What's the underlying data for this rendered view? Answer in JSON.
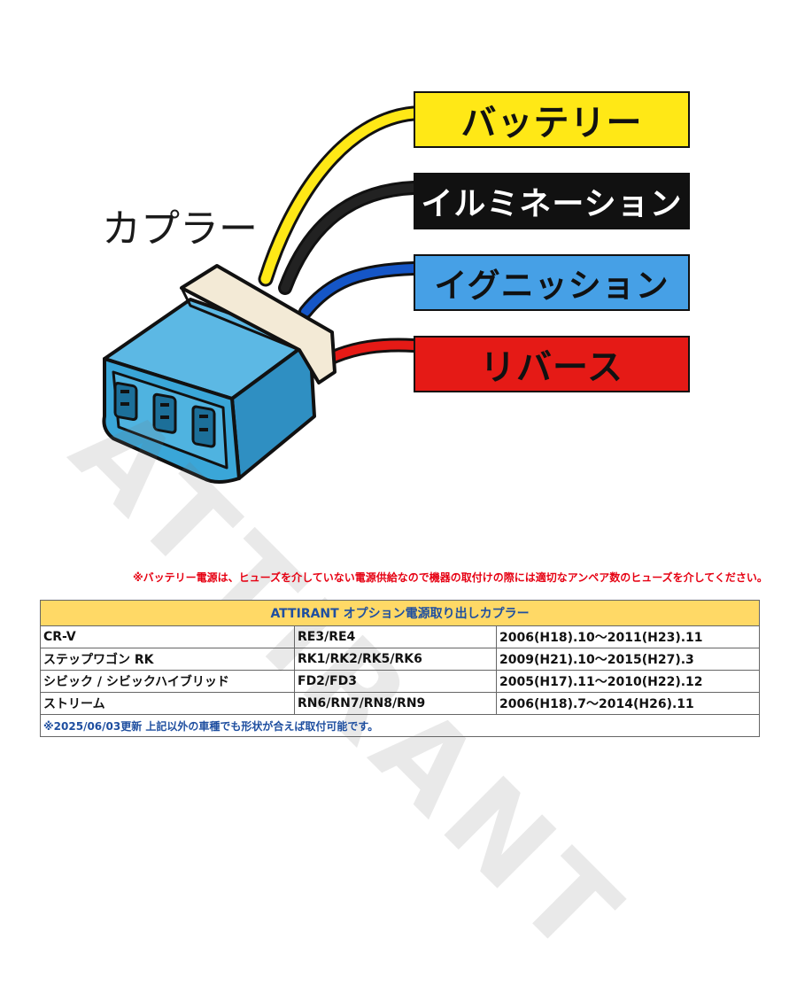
{
  "diagram": {
    "coupler_label": "カプラー",
    "watermark": "ATTIRANT",
    "wires": [
      {
        "label": "バッテリー",
        "wire_color": "#ffe816",
        "box_color": "#ffe816",
        "text_color": "#111111"
      },
      {
        "label": "イルミネーション",
        "wire_color": "#111111",
        "box_color": "#111111",
        "text_color": "#ffffff"
      },
      {
        "label": "イグニッション",
        "wire_color": "#1556c7",
        "box_color": "#46a0e6",
        "text_color": "#111111"
      },
      {
        "label": "リバース",
        "wire_color": "#e51a16",
        "box_color": "#e51a16",
        "text_color": "#111111"
      }
    ],
    "connector_color": "#3aa6d8",
    "clamp_color": "#f3ead6"
  },
  "warning_note": "※バッテリー電源は、ヒューズを介していない電源供給なので機器の取付けの際には適切なアンペア数のヒューズを介してください。",
  "table": {
    "title": "ATTIRANT オプション電源取り出しカプラー",
    "rows": [
      {
        "model": "CR-V",
        "codes": "RE3/RE4",
        "years": "2006(H18).10〜2011(H23).11"
      },
      {
        "model": "ステップワゴン RK",
        "codes": "RK1/RK2/RK5/RK6",
        "years": "2009(H21).10〜2015(H27).3"
      },
      {
        "model": "シビック / シビックハイブリッド",
        "codes": "FD2/FD3",
        "years": "2005(H17).11〜2010(H22).12"
      },
      {
        "model": "ストリーム",
        "codes": "RN6/RN7/RN8/RN9",
        "years": "2006(H18).7〜2014(H26).11"
      }
    ],
    "footnote": "※2025/06/03更新 上記以外の車種でも形状が合えば取付可能です。"
  }
}
